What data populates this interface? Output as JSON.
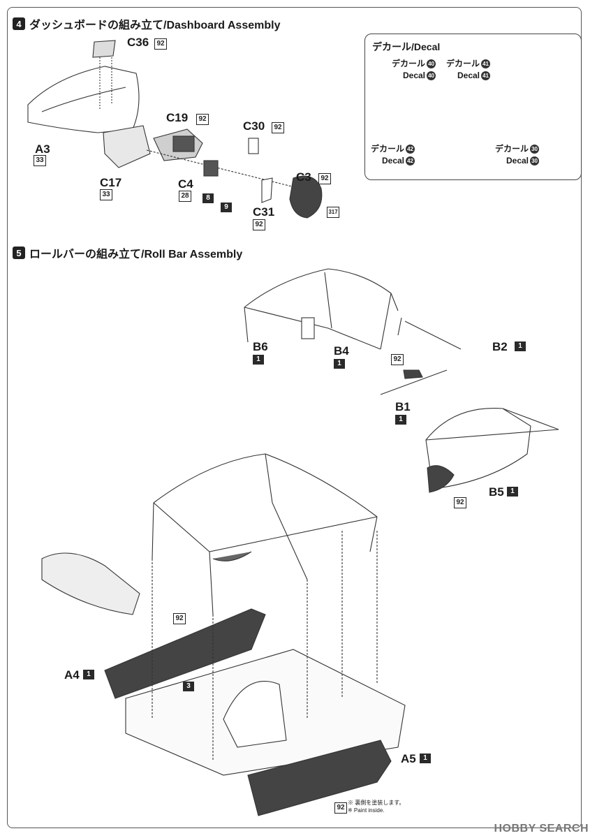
{
  "step4": {
    "number": "4",
    "title": "ダッシュボードの組み立て/Dashboard Assembly",
    "parts": {
      "c36": {
        "label": "C36",
        "tag": "92"
      },
      "c19": {
        "label": "C19",
        "tag": "92"
      },
      "c30": {
        "label": "C30",
        "tag": "92"
      },
      "a3": {
        "label": "A3",
        "tag": "33"
      },
      "c17": {
        "label": "C17",
        "tag": "33"
      },
      "c4": {
        "label": "C4",
        "tag": "28"
      },
      "c3": {
        "label": "C3",
        "tag": "92"
      },
      "c31": {
        "label": "C31",
        "tag": "92"
      },
      "box8": "8",
      "box9": "9",
      "tag317": "317"
    },
    "decal_panel": {
      "title": "デカール/Decal",
      "items": [
        {
          "jp": "デカール",
          "en": "Decal",
          "num": "40"
        },
        {
          "jp": "デカール",
          "en": "Decal",
          "num": "41"
        },
        {
          "jp": "デカール",
          "en": "Decal",
          "num": "42"
        },
        {
          "jp": "デカール",
          "en": "Decal",
          "num": "30"
        }
      ]
    }
  },
  "step5": {
    "number": "5",
    "title": "ロールバーの組み立て/Roll Bar Assembly",
    "parts": {
      "b6": {
        "label": "B6",
        "tag": "1"
      },
      "b4": {
        "label": "B4",
        "tag": "1"
      },
      "b2": {
        "label": "B2",
        "tag": "1"
      },
      "b1": {
        "label": "B1",
        "tag": "1"
      },
      "b5": {
        "label": "B5",
        "tag": "1"
      },
      "a4": {
        "label": "A4",
        "tag": "1"
      },
      "a5": {
        "label": "A5",
        "tag": "1"
      },
      "tag92_mid": "92",
      "tag92_b5": "92",
      "tag92_a4": "92",
      "box3": "3",
      "tag92_bottom": "92"
    },
    "notes": [
      "※ 裏側を塗装します。",
      "※ Paint inside."
    ]
  },
  "watermark": "HOBBY SEARCH"
}
